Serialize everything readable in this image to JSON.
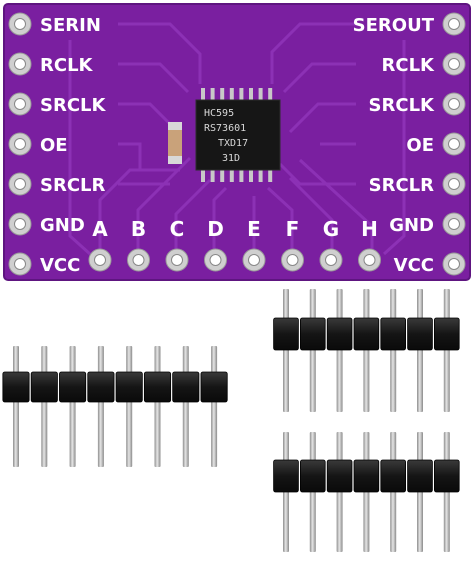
{
  "board": {
    "left_pins": [
      "SERIN",
      "RCLK",
      "SRCLK",
      "OE",
      "SRCLR",
      "GND",
      "VCC"
    ],
    "right_pins": [
      "SEROUT",
      "RCLK",
      "SRCLK",
      "OE",
      "SRCLR",
      "GND",
      "VCC"
    ],
    "output_pins": [
      "A",
      "B",
      "C",
      "D",
      "E",
      "F",
      "G",
      "H"
    ],
    "chip_lines": [
      "HC595",
      "RS73601",
      "TXD17",
      "31D"
    ],
    "colors": {
      "pcb": "#7a1fa0",
      "pcb_edge": "#5e1580",
      "pad": "#d9d9d9",
      "header_plastic": "#1c1c1c",
      "pin_metal": "#b5b5b5"
    }
  },
  "headers": [
    {
      "name": "single-8-pin-header",
      "pins": 8
    },
    {
      "name": "upper-7-pin-header",
      "pins": 7
    },
    {
      "name": "lower-7-pin-header",
      "pins": 7
    }
  ]
}
